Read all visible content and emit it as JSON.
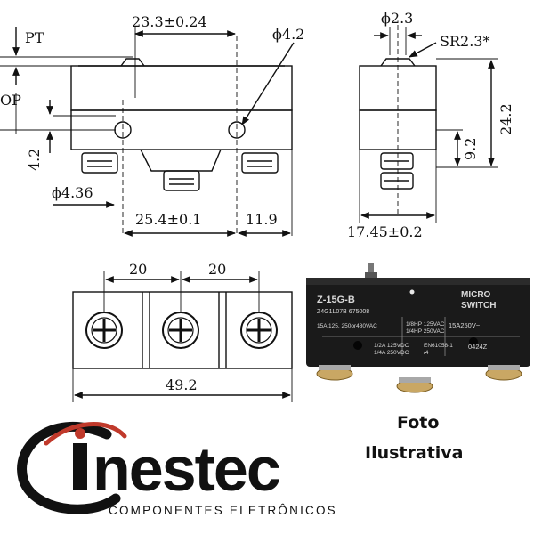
{
  "front_view": {
    "pt": "PT",
    "op": "OP",
    "width_dim": "23.3±0.24",
    "hole_dia": "ϕ4.2",
    "height_dim": "4.2",
    "pin_dia": "ϕ4.36",
    "terminal_dim": "25.4±0.1",
    "offset_dim": "11.9"
  },
  "side_view": {
    "plunger_dia": "ϕ2.3",
    "radius": "SR2.3*",
    "total_height": "24.2",
    "hole_height": "9.2",
    "depth": "17.45±0.2"
  },
  "bottom_view": {
    "spacing_left": "20",
    "spacing_right": "20",
    "total_length": "49.2"
  },
  "photo": {
    "model": "Z-15G-B",
    "code": "Z4G1L07B  675008",
    "brand_line1": "MICRO",
    "brand_line2": "SWITCH",
    "rating1": "15A 125, 250or480VAC",
    "rating2": "1/8HP 125VAC",
    "rating3": "1/4HP 250VAC",
    "rating4": "15A250V~",
    "rating5": "1/2A 125VDC",
    "rating6": "1/4A 250VDC",
    "norm1": "EN61058-1",
    "norm2": "/4",
    "date_code": "0424Z"
  },
  "caption": {
    "line1": "Foto",
    "line2": "Ilustrativa"
  },
  "logo": {
    "name": "Cinestec",
    "tagline": "COMPONENTES ELETRÔNICOS"
  }
}
